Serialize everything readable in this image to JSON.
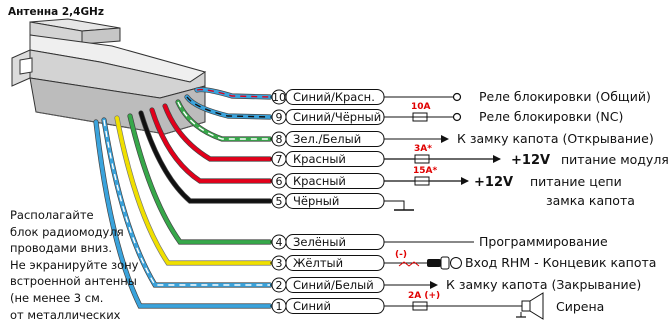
{
  "antenna_label": "Антенна 2,4GHz",
  "pins": [
    {
      "num": "10",
      "label": "Синий/Красн.",
      "dest": "Реле блокировки (Общий)"
    },
    {
      "num": "9",
      "label": "Синий/Чёрный",
      "dest": "Реле блокировки (NC)",
      "fuse": "10A"
    },
    {
      "num": "8",
      "label": "Зел./Белый",
      "dest": "К замку капота (Открывание)"
    },
    {
      "num": "7",
      "label": "Красный",
      "fuse": "3A*",
      "voltage": "+12V",
      "dest": "питание модуля"
    },
    {
      "num": "6",
      "label": "Красный",
      "fuse": "15A*",
      "voltage": "+12V",
      "dest_lines": [
        "питание цепи",
        "замка капота"
      ]
    },
    {
      "num": "5",
      "label": "Чёрный"
    },
    {
      "num": "4",
      "label": "Зелёный",
      "dest": "Программирование"
    },
    {
      "num": "3",
      "label": "Жёлтый",
      "polarity": "(-)",
      "dest": "Вход RHM - Концевик капота"
    },
    {
      "num": "2",
      "label": "Синий/Белый",
      "dest": "К замку капота (Закрывание)"
    },
    {
      "num": "1",
      "label": "Синий",
      "fuse": "2A (+)",
      "dest": "Сирена"
    }
  ],
  "note_lines": [
    "Располагайте",
    "блок радиомодуля",
    "проводами вниз.",
    "Не экранируйте зону",
    "встроенной антенны",
    "(не менее 3 см.",
    "от металлических"
  ],
  "colors": {
    "blue": "#3aa3dc",
    "black": "#111111",
    "green": "#37a84a",
    "red": "#e3001b",
    "yellow": "#f0e000",
    "white": "#ffffff"
  }
}
